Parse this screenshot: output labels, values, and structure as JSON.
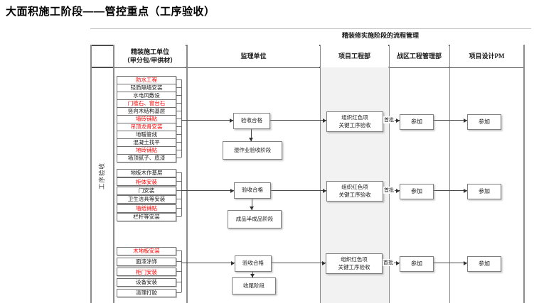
{
  "page_title": "大面积施工阶段——管控重点（工序验收）",
  "band_title": "精装修实施阶段的流程管理",
  "lane_label": "工序验收",
  "columns": {
    "contractor": {
      "line1": "精装施工单位",
      "line2": "（甲分包/甲供材）"
    },
    "supervisor": "监理单位",
    "engineering": "项目工程部",
    "zone": "战区工程管理部",
    "design_pm": "项目设计PM"
  },
  "colors": {
    "key_text": "#ff0000",
    "text": "#1a1a1a",
    "lane_bg": "#f2f2f2",
    "line": "#4a4a4a"
  },
  "groups": [
    {
      "tasks": [
        {
          "label": "防水工程",
          "key": true
        },
        {
          "label": "轻质隔墙安装",
          "key": false
        },
        {
          "label": "水电风敷设",
          "key": false
        },
        {
          "label": "门槛石、窗台石",
          "key": true
        },
        {
          "label": "竖向木结构基层",
          "key": false
        },
        {
          "label": "墙砖铺贴",
          "key": true
        },
        {
          "label": "吊顶龙骨安装",
          "key": true
        },
        {
          "label": "地暖管线",
          "key": false
        },
        {
          "label": "混凝土找平",
          "key": false
        },
        {
          "label": "地砖铺贴",
          "key": true
        },
        {
          "label": "墙顶腻子、底漆",
          "key": false
        }
      ],
      "accept": "验收合格",
      "stage": "湿作业验收阶段",
      "organize_line1": "组织红色项",
      "organize_line2": "关键工序验收",
      "batch_label": "首批",
      "participate1": "参加",
      "participate2": "参加"
    },
    {
      "tasks": [
        {
          "label": "地板木作基层",
          "key": false
        },
        {
          "label": "柜体安装",
          "key": true
        },
        {
          "label": "门安装",
          "key": false
        },
        {
          "label": "卫生洁具等安装",
          "key": false
        },
        {
          "label": "墙纸铺贴",
          "key": true
        },
        {
          "label": "栏杆等安装",
          "key": false
        }
      ],
      "accept": "验收合格",
      "stage": "成品半成品阶段",
      "organize_line1": "组织红色项",
      "organize_line2": "关键工序验收",
      "batch_label": "首批",
      "participate1": "参加",
      "participate2": "参加"
    },
    {
      "tasks": [
        {
          "label": "木地板安装",
          "key": true
        },
        {
          "label": "面漆涂饰",
          "key": false
        },
        {
          "label": "柜门安装",
          "key": true
        },
        {
          "label": "设备安装",
          "key": false
        },
        {
          "label": "清理打胶",
          "key": false
        }
      ],
      "accept": "验收合格",
      "stage": "收尾阶段",
      "organize_line1": "组织红色项",
      "organize_line2": "关键工序验收",
      "batch_label": "首批",
      "participate1": "参加",
      "participate2": "参加"
    }
  ]
}
